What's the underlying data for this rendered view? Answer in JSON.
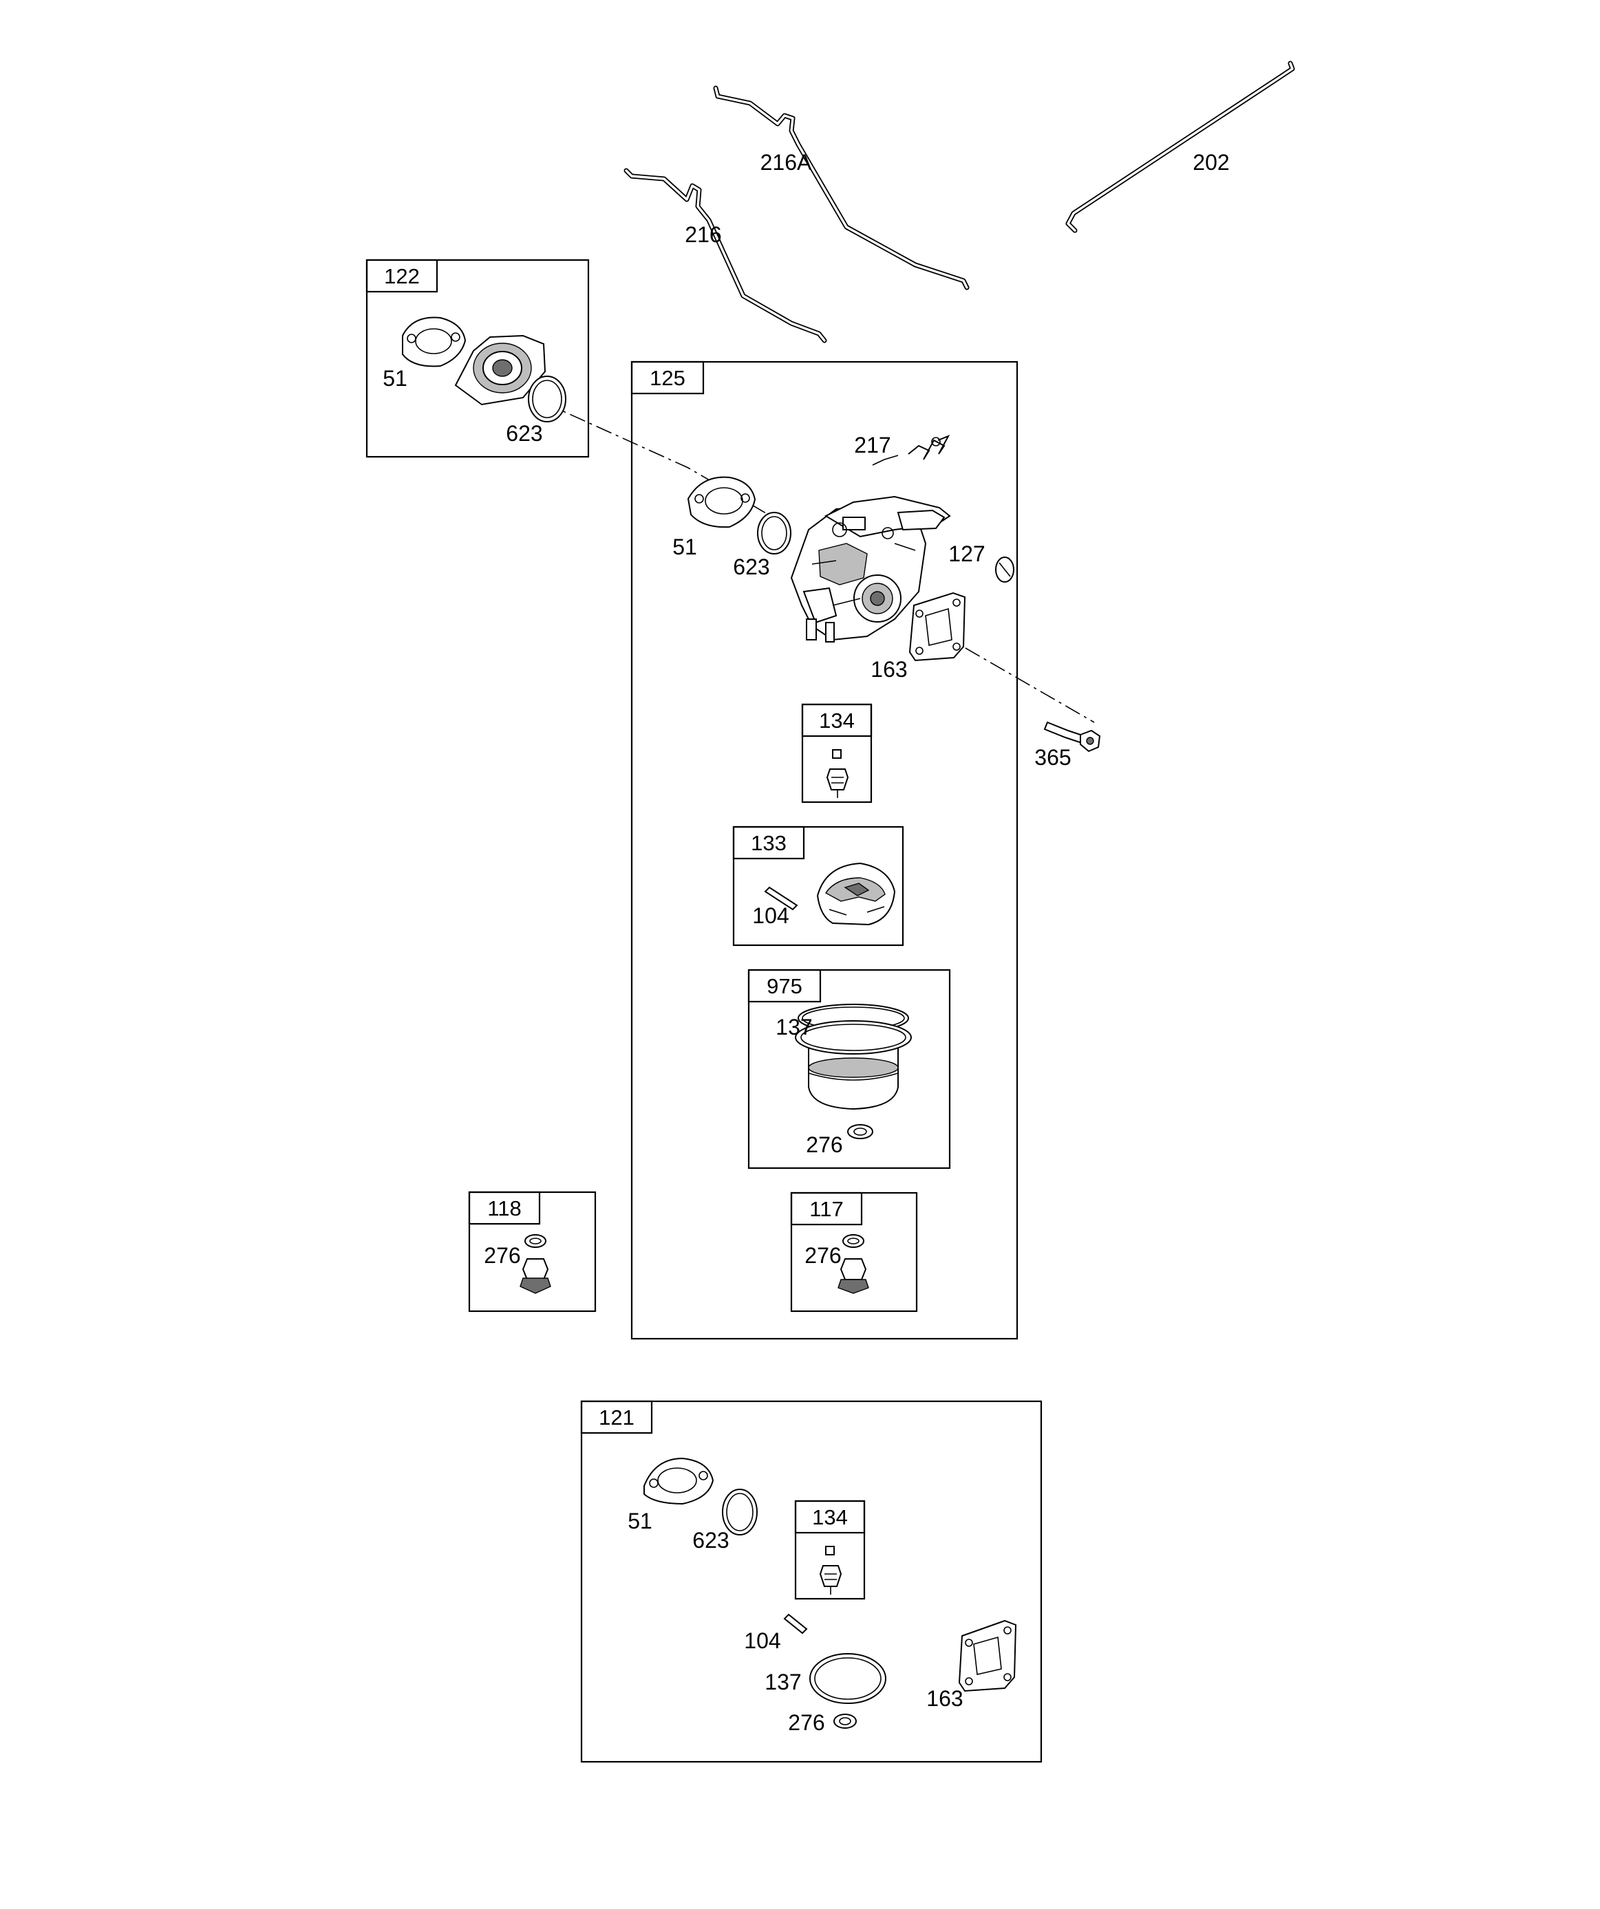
{
  "boxes": {
    "b122": "122",
    "b125": "125",
    "b134": "134",
    "b133": "133",
    "b975": "975",
    "b118": "118",
    "b117": "117",
    "b121": "121",
    "b134b": "134"
  },
  "labels": {
    "p216a": "216A",
    "p202": "202",
    "p216": "216",
    "p51_122": "51",
    "p623_122": "623",
    "p217": "217",
    "p51_125": "51",
    "p623_125": "623",
    "p127": "127",
    "p163_125": "163",
    "p365": "365",
    "p104_133": "104",
    "p137_975": "137",
    "p276_975": "276",
    "p276_118": "276",
    "p276_117": "276",
    "p51_121": "51",
    "p623_121": "623",
    "p104_121": "104",
    "p137_121": "137",
    "p163_121": "163",
    "p276_121": "276"
  }
}
